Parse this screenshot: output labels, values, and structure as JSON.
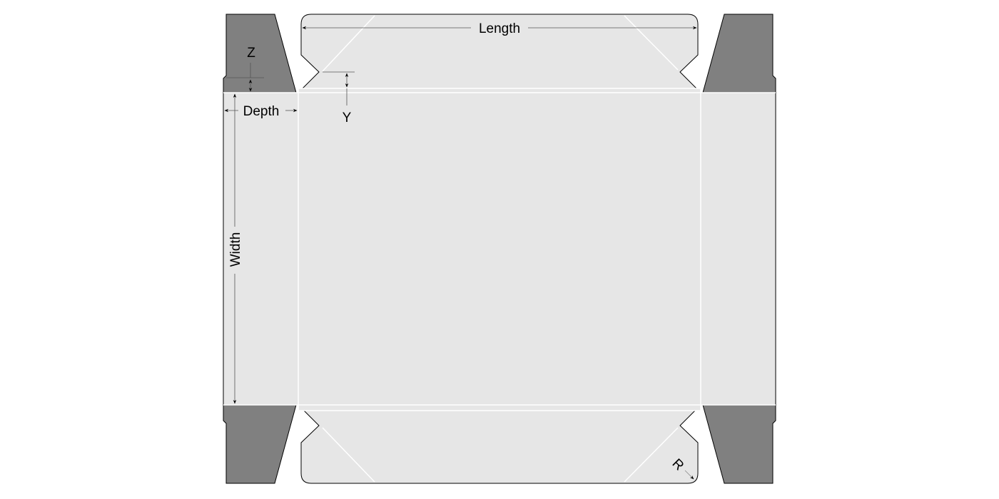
{
  "colors": {
    "panel": "#e6e6e6",
    "tab": "#808080",
    "fold": "#ffffff",
    "outline": "#000000",
    "dimension": "#555555"
  },
  "labels": {
    "length": "Length",
    "width": "Width",
    "depth": "Depth",
    "z": "Z",
    "y": "Y",
    "r": "R"
  }
}
